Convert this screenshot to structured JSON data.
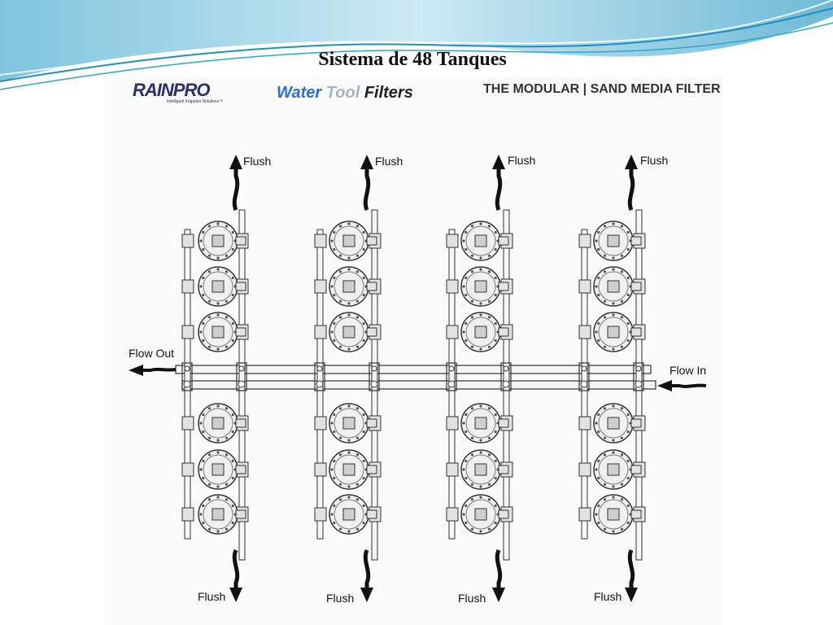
{
  "title": "Sistema de 48 Tanques",
  "logo": {
    "brand": "RAINPRO",
    "tagline": "Intelligent Irrigation Solutions™"
  },
  "brand": {
    "word1": "Water",
    "word2": "Tool",
    "word3": "Filters"
  },
  "heading": "THE MODULAR | SAND MEDIA FILTER",
  "labels": {
    "flush": "Flush",
    "flow_out": "Flow Out",
    "flow_in": "Flow In"
  },
  "colors": {
    "wave_dark": "#1f8fbf",
    "wave_light": "#9fd8ec",
    "ink": "#111111"
  }
}
